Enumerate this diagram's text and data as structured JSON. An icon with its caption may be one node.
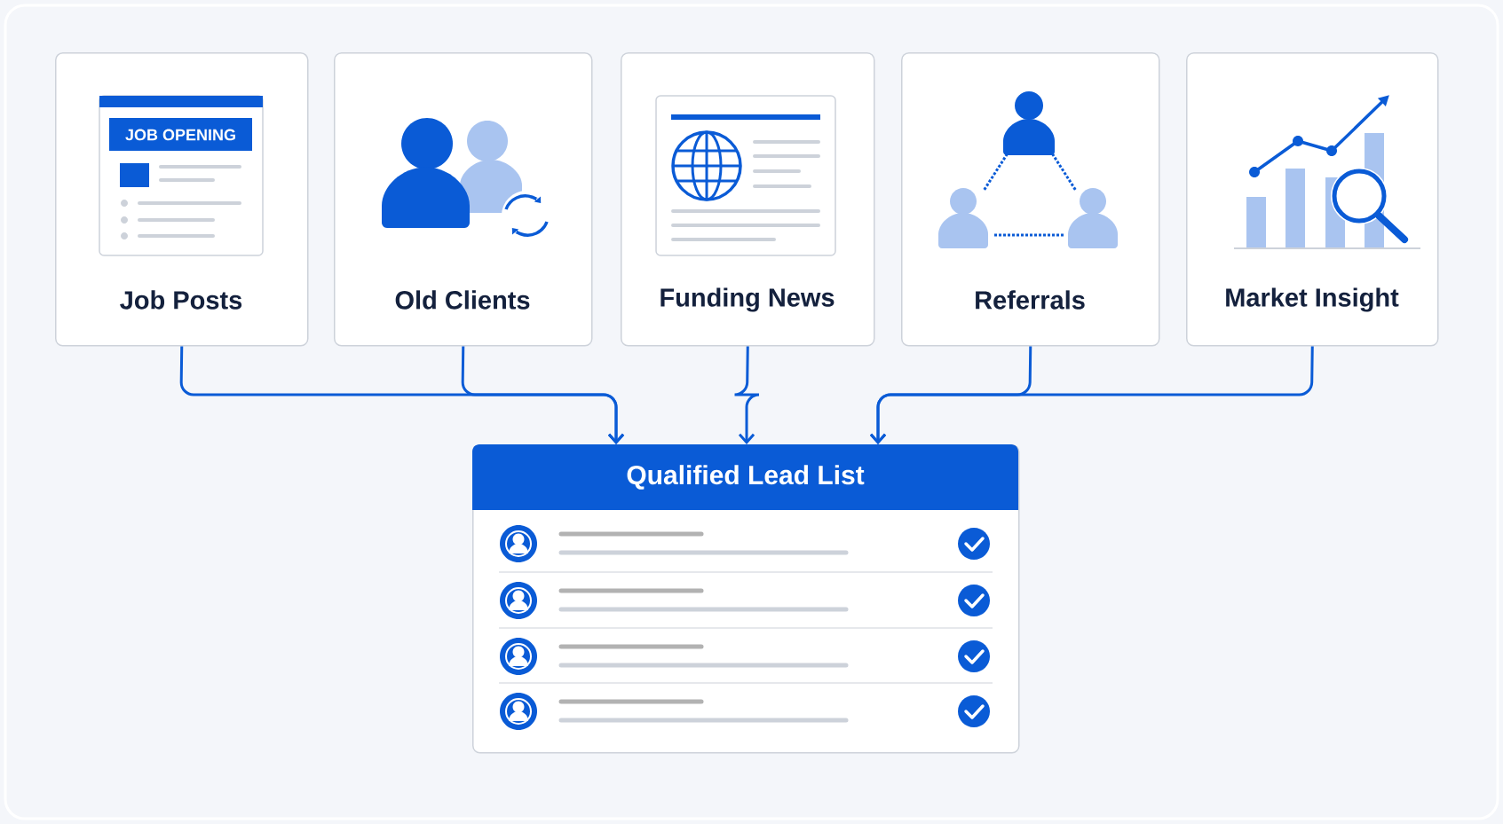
{
  "diagram": {
    "nodes": [
      {
        "text": [
          "Job Posts"
        ]
      },
      {
        "text": [
          "Old Clients"
        ]
      },
      {
        "text": [
          "Funding News"
        ]
      },
      {
        "text": [
          "Referrals"
        ]
      },
      {
        "text": [
          "Market Insight"
        ]
      },
      {
        "text": [
          "Qualified Lead List"
        ]
      }
    ],
    "edges": [
      {
        "from": 0,
        "to": 5,
        "arrow": "to"
      },
      {
        "from": 1,
        "to": 5,
        "arrow": "to"
      },
      {
        "from": 2,
        "to": 5,
        "arrow": "to"
      },
      {
        "from": 3,
        "to": 5,
        "arrow": "to"
      },
      {
        "from": 4,
        "to": 5,
        "arrow": "to"
      }
    ],
    "labels": [
      "JOB OPENING"
    ]
  }
}
